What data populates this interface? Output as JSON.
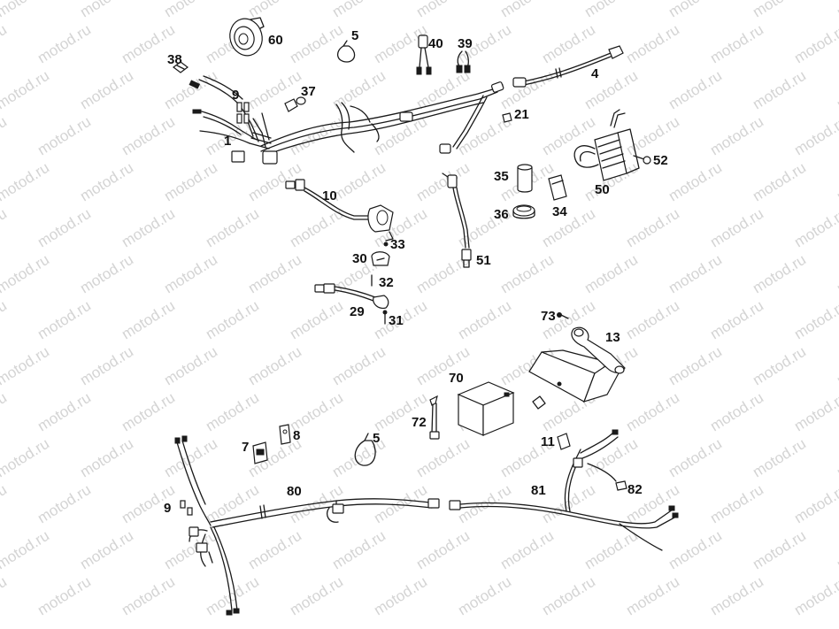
{
  "watermark": {
    "text": "motod.ru"
  },
  "callouts": [
    {
      "id": "60",
      "text": "60"
    },
    {
      "id": "5-top",
      "text": "5"
    },
    {
      "id": "40",
      "text": "40"
    },
    {
      "id": "39",
      "text": "39"
    },
    {
      "id": "38",
      "text": "38"
    },
    {
      "id": "4",
      "text": "4"
    },
    {
      "id": "9-top",
      "text": "9"
    },
    {
      "id": "37",
      "text": "37"
    },
    {
      "id": "21",
      "text": "21"
    },
    {
      "id": "1",
      "text": "1"
    },
    {
      "id": "52",
      "text": "52"
    },
    {
      "id": "35",
      "text": "35"
    },
    {
      "id": "50",
      "text": "50"
    },
    {
      "id": "10",
      "text": "10"
    },
    {
      "id": "36",
      "text": "36"
    },
    {
      "id": "34",
      "text": "34"
    },
    {
      "id": "33",
      "text": "33"
    },
    {
      "id": "30",
      "text": "30"
    },
    {
      "id": "51",
      "text": "51"
    },
    {
      "id": "32",
      "text": "32"
    },
    {
      "id": "29",
      "text": "29"
    },
    {
      "id": "31",
      "text": "31"
    },
    {
      "id": "73",
      "text": "73"
    },
    {
      "id": "13",
      "text": "13"
    },
    {
      "id": "70",
      "text": "70"
    },
    {
      "id": "72",
      "text": "72"
    },
    {
      "id": "8",
      "text": "8"
    },
    {
      "id": "7",
      "text": "7"
    },
    {
      "id": "5-bottom",
      "text": "5"
    },
    {
      "id": "11",
      "text": "11"
    },
    {
      "id": "80",
      "text": "80"
    },
    {
      "id": "81",
      "text": "81"
    },
    {
      "id": "82",
      "text": "82"
    },
    {
      "id": "9-bottom",
      "text": "9"
    }
  ]
}
